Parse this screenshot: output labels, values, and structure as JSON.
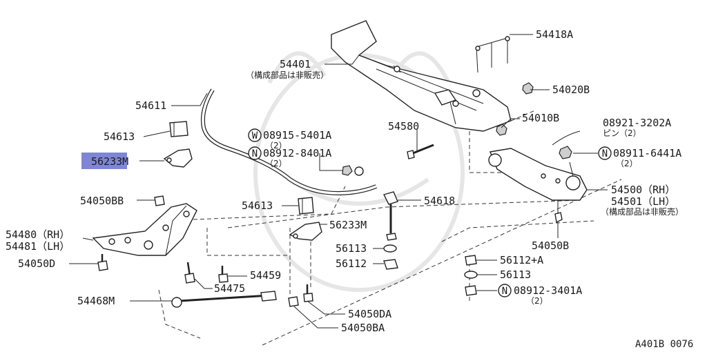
{
  "labels": {
    "p54418A": "54418A",
    "p54401": "54401",
    "p54401_note": "（構成部品は非販売）",
    "p54020B": "54020B",
    "p54611": "54611",
    "p54010B": "54010B",
    "p08921": "08921-3202A",
    "p08921_sub": "ピン（2）",
    "p54613a": "54613",
    "p08915": "08915-5401A",
    "p08915_qty": "（2）",
    "p54580": "54580",
    "p08911": "08911-6441A",
    "p08911_qty": "（2）",
    "p56233M_hl": "56233M",
    "p08912a": "08912-8401A",
    "p08912a_qty": "（2）",
    "p54500": "54500（RH）",
    "p54501": "54501（LH）",
    "p54501_note": "（構成部品は非販売）",
    "p54050BB": "54050BB",
    "p54618": "54618",
    "p54613b": "54613",
    "p56233M": "56233M",
    "p54480": "54480（RH）",
    "p54481": "54481（LH）",
    "p54050B": "54050B",
    "p56113a": "56113",
    "p56112": "56112",
    "p56112A": "56112+A",
    "p54050D": "54050D",
    "p54459": "54459",
    "p56113b": "56113",
    "p54475": "54475",
    "p08912b": "08912-3401A",
    "p08912b_qty": "（2）",
    "p54468M": "54468M",
    "p54050DA": "54050DA",
    "p54050BA": "54050BA",
    "footer": "A401B 0076"
  },
  "markers": {
    "w": "W",
    "n": "N"
  },
  "colors": {
    "highlight": "#7f86d6",
    "line": "#222222"
  }
}
